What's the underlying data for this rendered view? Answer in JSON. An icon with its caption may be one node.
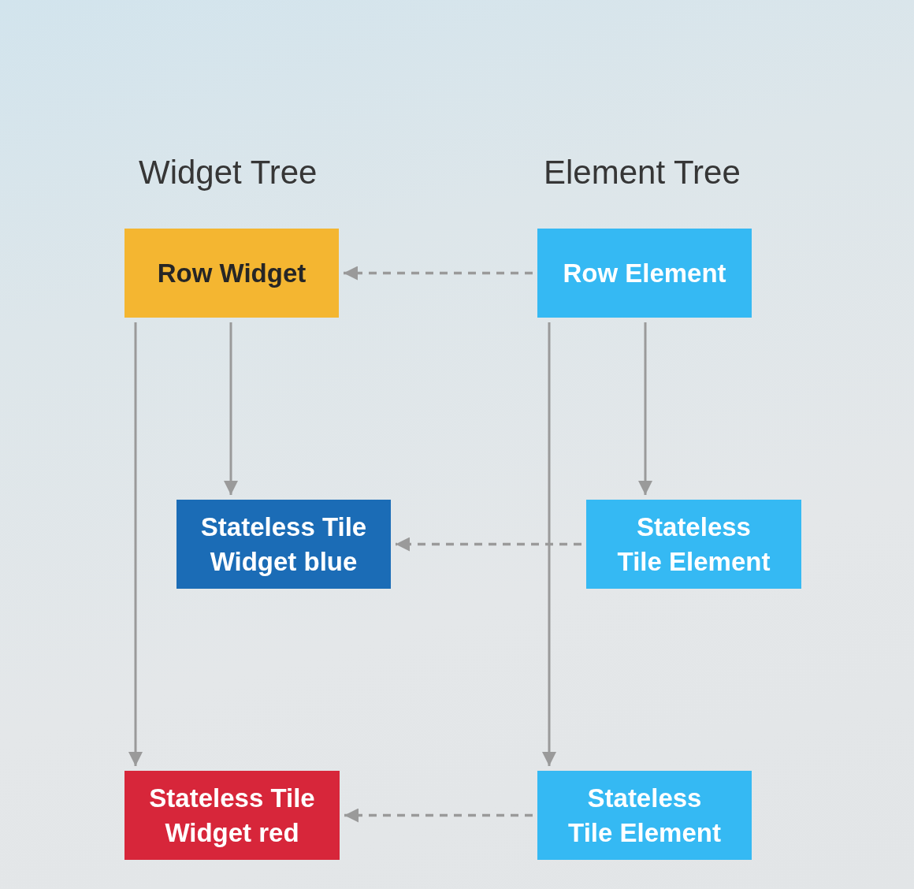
{
  "diagram": {
    "nodes": [
      {
        "text": [
          "Row Widget"
        ]
      },
      {
        "text": [
          "Row Element"
        ]
      },
      {
        "text": [
          "Stateless Tile Widget blue"
        ]
      },
      {
        "text": [
          "Stateless Tile Element"
        ]
      },
      {
        "text": [
          "Stateless Tile Widget red"
        ]
      },
      {
        "text": [
          "Stateless Tile Element"
        ]
      }
    ],
    "edges": [
      {
        "from": 1,
        "to": 0,
        "arrow": "to",
        "style": "dashed"
      },
      {
        "from": 0,
        "to": 4,
        "arrow": "to"
      },
      {
        "from": 0,
        "to": 2,
        "arrow": "to"
      },
      {
        "from": 1,
        "to": 5,
        "arrow": "to"
      },
      {
        "from": 1,
        "to": 3,
        "arrow": "to"
      },
      {
        "from": 3,
        "to": 2,
        "arrow": "to",
        "style": "dashed"
      },
      {
        "from": 5,
        "to": 4,
        "arrow": "to",
        "style": "dashed"
      }
    ],
    "labels": [
      "Widget Tree",
      "Element Tree"
    ]
  }
}
